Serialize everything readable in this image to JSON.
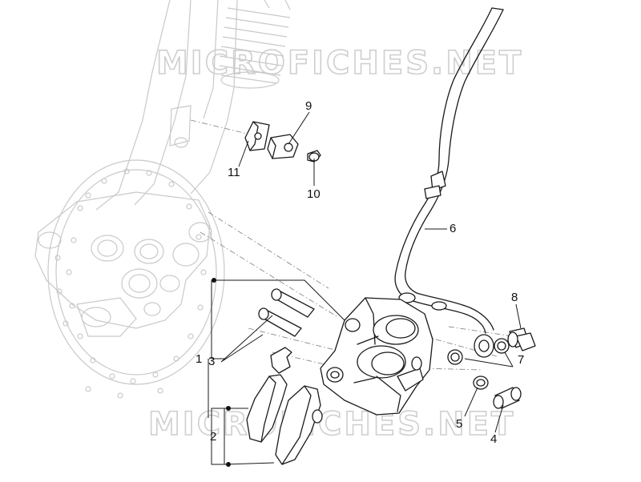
{
  "watermarks": [
    "MICROFICHES.NET",
    "MICROFICHES.NET"
  ],
  "callouts": {
    "c1": "1",
    "c2": "2",
    "c3": "3",
    "c4": "4",
    "c5": "5",
    "c6": "6",
    "c7": "7",
    "c8": "8",
    "c9": "9",
    "c10": "10",
    "c11": "11"
  }
}
